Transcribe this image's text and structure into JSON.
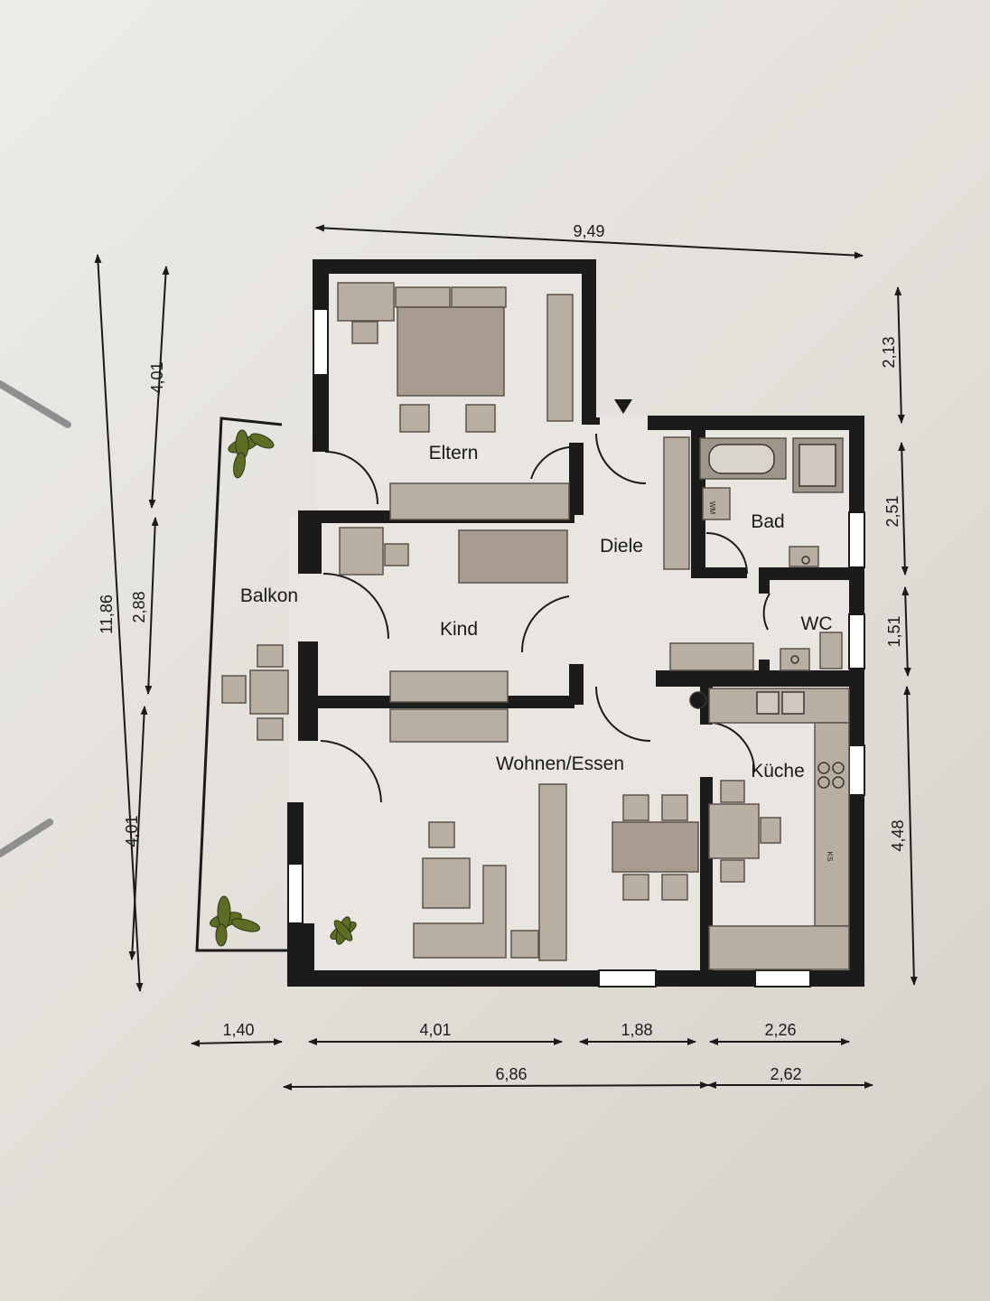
{
  "rooms": {
    "eltern": "Eltern",
    "kind": "Kind",
    "diele": "Diele",
    "bad": "Bad",
    "wc": "WC",
    "balkon": "Balkon",
    "wohnen": "Wohnen/Essen",
    "kueche": "Küche"
  },
  "appliances": {
    "washing_machine": "WM",
    "fridge": "KS"
  },
  "dimensions": {
    "top_total": "9,49",
    "left_total": "11,86",
    "left_eltern": "4,01",
    "left_kind": "2,88",
    "left_wohnen": "4,01",
    "right_top": "2,13",
    "right_bad": "2,51",
    "right_wc": "1,51",
    "right_kueche": "4,48",
    "bottom_balkon": "1,40",
    "bottom_wohnen": "4,01",
    "bottom_mid": "1,88",
    "bottom_kueche": "2,26",
    "bottom_left_total": "6,86",
    "bottom_right_total": "2,62"
  },
  "colors": {
    "wall": "#1b1b1b",
    "furniture": "#b9aea2",
    "furniture_edge": "#5a524b",
    "floor": "#e9e6e1",
    "plant": "#5d6d26"
  }
}
